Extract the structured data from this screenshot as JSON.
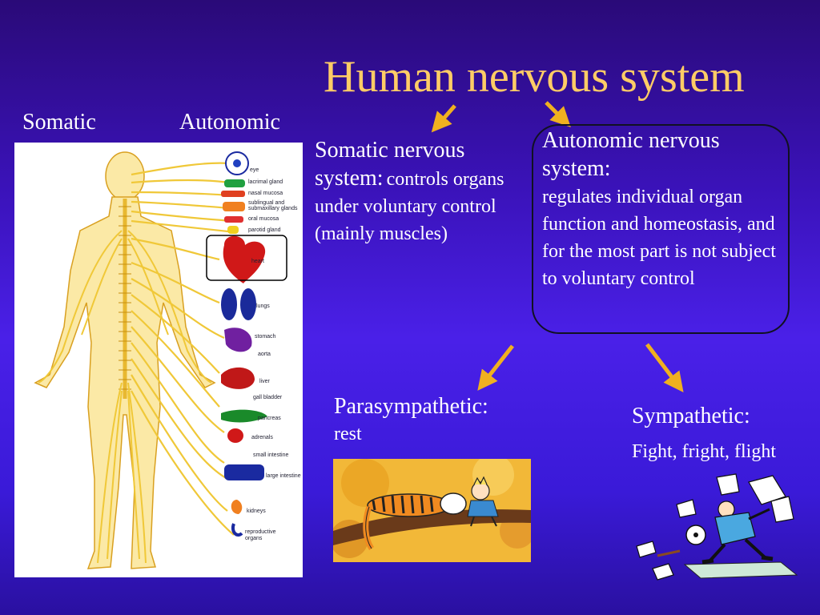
{
  "slide": {
    "title": "Human nervous system",
    "header_somatic": "Somatic",
    "header_autonomic": "Autonomic"
  },
  "somatic": {
    "heading": "Somatic nervous system:",
    "body": "controls organs under voluntary control (mainly muscles)"
  },
  "autonomic": {
    "heading": "Autonomic nervous system:",
    "body": "regulates individual organ function and homeostasis, and for the most part is not subject to voluntary control"
  },
  "parasympathetic": {
    "heading": "Parasympathetic:",
    "body": "rest"
  },
  "sympathetic": {
    "heading": "Sympathetic:",
    "body": "Fight, fright, flight"
  },
  "diagram": {
    "organs": [
      "eye",
      "lacrimal gland",
      "nasal mucosa",
      "sublingual and",
      "submaxillary glands",
      "oral mucosa",
      "parotid gland",
      "heart",
      "lungs",
      "stomach",
      "aorta",
      "liver",
      "gall bladder",
      "pancreas",
      "adrenals",
      "small intestine",
      "large intestine",
      "kidneys",
      "reproductive",
      "organs"
    ]
  },
  "colors": {
    "title": "#ffcc66",
    "arrow": "#f0b020",
    "nerve": "#f5d848",
    "box_border": "#111122"
  },
  "icons": {
    "arrows": "diagonal-arrow-icon",
    "para_image": "sleeping-tiger-boy-illustration",
    "sym_image": "running-figure-papers-clipart"
  }
}
